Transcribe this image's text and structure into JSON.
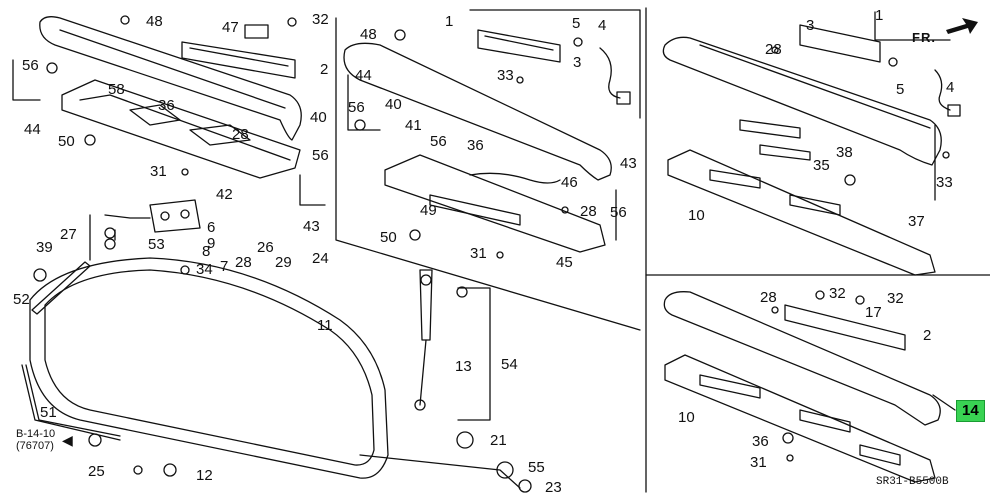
{
  "title": "",
  "diagram_code": "SR31-B5500B",
  "front_label": "FR.",
  "ref_label_line1": "B-14-10",
  "ref_label_line2": "(76707)",
  "highlight_color": "#39d353",
  "callouts": [
    {
      "id": "c48a",
      "text": "48"
    },
    {
      "id": "c47",
      "text": "47"
    },
    {
      "id": "c32a",
      "text": "32"
    },
    {
      "id": "c2a",
      "text": "2"
    },
    {
      "id": "c56a",
      "text": "56"
    },
    {
      "id": "c44a",
      "text": "44"
    },
    {
      "id": "c58",
      "text": "58"
    },
    {
      "id": "c36a",
      "text": "36"
    },
    {
      "id": "c40a",
      "text": "40"
    },
    {
      "id": "c28a",
      "text": "28"
    },
    {
      "id": "c50a",
      "text": "50"
    },
    {
      "id": "c56b",
      "text": "56"
    },
    {
      "id": "c31a",
      "text": "31"
    },
    {
      "id": "c42",
      "text": "42"
    },
    {
      "id": "c43a",
      "text": "43"
    },
    {
      "id": "c6",
      "text": "6"
    },
    {
      "id": "c9",
      "text": "9"
    },
    {
      "id": "c27",
      "text": "27"
    },
    {
      "id": "c53",
      "text": "53"
    },
    {
      "id": "c8",
      "text": "8"
    },
    {
      "id": "c39",
      "text": "39"
    },
    {
      "id": "c34",
      "text": "34"
    },
    {
      "id": "c7",
      "text": "7"
    },
    {
      "id": "c28b",
      "text": "28"
    },
    {
      "id": "c26",
      "text": "26"
    },
    {
      "id": "c29",
      "text": "29"
    },
    {
      "id": "c24",
      "text": "24"
    },
    {
      "id": "c52",
      "text": "52"
    },
    {
      "id": "c11",
      "text": "11"
    },
    {
      "id": "c51",
      "text": "51"
    },
    {
      "id": "c25",
      "text": "25"
    },
    {
      "id": "c12",
      "text": "12"
    },
    {
      "id": "c48b",
      "text": "48"
    },
    {
      "id": "c44b",
      "text": "44"
    },
    {
      "id": "c40b",
      "text": "40"
    },
    {
      "id": "c56c",
      "text": "56"
    },
    {
      "id": "c41",
      "text": "41"
    },
    {
      "id": "c56d",
      "text": "56"
    },
    {
      "id": "c36b",
      "text": "36"
    },
    {
      "id": "c49",
      "text": "49"
    },
    {
      "id": "c46",
      "text": "46"
    },
    {
      "id": "c28c",
      "text": "28"
    },
    {
      "id": "c50b",
      "text": "50"
    },
    {
      "id": "c31b",
      "text": "31"
    },
    {
      "id": "c45",
      "text": "45"
    },
    {
      "id": "c43b",
      "text": "43"
    },
    {
      "id": "c56e",
      "text": "56"
    },
    {
      "id": "c1a",
      "text": "1"
    },
    {
      "id": "c5a",
      "text": "5"
    },
    {
      "id": "c4a",
      "text": "4"
    },
    {
      "id": "c3a",
      "text": "3"
    },
    {
      "id": "c33a",
      "text": "33"
    },
    {
      "id": "c13",
      "text": "13"
    },
    {
      "id": "c54",
      "text": "54"
    },
    {
      "id": "c21",
      "text": "21"
    },
    {
      "id": "c55",
      "text": "55"
    },
    {
      "id": "c23",
      "text": "23"
    },
    {
      "id": "c1b",
      "text": "1"
    },
    {
      "id": "c3b",
      "text": "3"
    },
    {
      "id": "c28d",
      "text": "28"
    },
    {
      "id": "c5b",
      "text": "5"
    },
    {
      "id": "c4b",
      "text": "4"
    },
    {
      "id": "c38",
      "text": "38"
    },
    {
      "id": "c35",
      "text": "35"
    },
    {
      "id": "c33b",
      "text": "33"
    },
    {
      "id": "c10a",
      "text": "10"
    },
    {
      "id": "c37",
      "text": "37"
    },
    {
      "id": "c28e",
      "text": "28"
    },
    {
      "id": "c32b",
      "text": "32"
    },
    {
      "id": "c32c",
      "text": "32"
    },
    {
      "id": "c17",
      "text": "17"
    },
    {
      "id": "c2b",
      "text": "2"
    },
    {
      "id": "c10b",
      "text": "10"
    },
    {
      "id": "c14",
      "text": "14"
    },
    {
      "id": "c36c",
      "text": "36"
    },
    {
      "id": "c31c",
      "text": "31"
    }
  ]
}
